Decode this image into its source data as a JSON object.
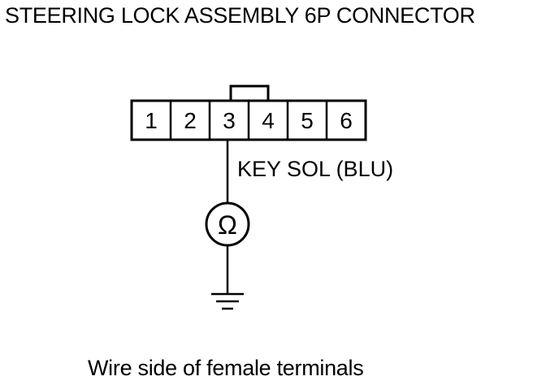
{
  "diagram": {
    "title": "STEERING LOCK ASSEMBLY 6P CONNECTOR",
    "caption": "Wire side of female terminals",
    "connector": {
      "terminals": [
        "1",
        "2",
        "3",
        "4",
        "5",
        "6"
      ]
    },
    "wire_label": "KEY SOL (BLU)",
    "meter_symbol": "Ω",
    "ground_icon": "ground-icon",
    "ohmmeter_icon": "ohmmeter-icon"
  }
}
